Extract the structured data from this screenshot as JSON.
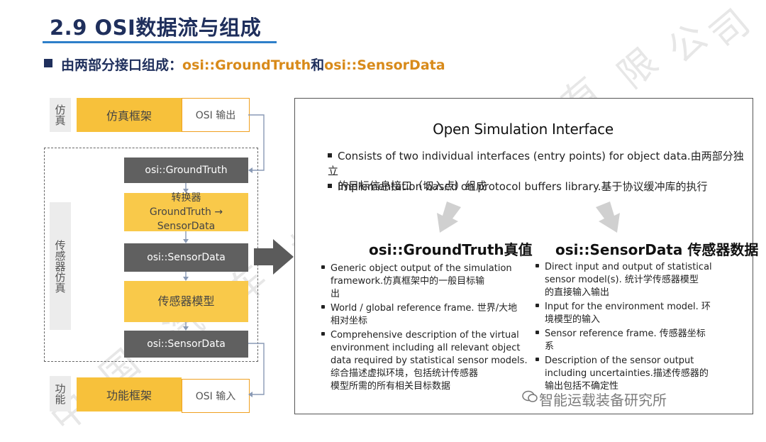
{
  "title": "2.9 OSI数据流与组成",
  "subtitle": {
    "prefix": "由两部分接口组成：",
    "part1": "osi::GroundTruth",
    "joiner": "和",
    "part2": "osi::SensorData"
  },
  "diagram": {
    "label_sim": "仿真",
    "label_sensor_sim": "传感器仿真",
    "label_function": "功能",
    "sim_framework": "仿真框架",
    "osi_output": "OSI 输出",
    "ground_truth": "osi::GroundTruth",
    "converter_line1": "转换器",
    "converter_line2": "GroundTruth → SensorData",
    "sensor_data_1": "osi::SensorData",
    "sensor_model": "传感器模型",
    "sensor_data_2": "osi::SensorData",
    "function_framework": "功能框架",
    "osi_input": "OSI 输入"
  },
  "panel": {
    "heading": "Open Simulation Interface",
    "bullets": [
      {
        "line1": "Consists of two individual interfaces (entry points)  for object data.由两部分独立",
        "line2": "的目标信息接口（切入点）组成"
      },
      {
        "line1": "Implementation based on protocol buffers library.基于协议缓冲库的执行",
        "line2": ""
      }
    ],
    "left_column": {
      "heading": "osi::GroundTruth真值",
      "items": [
        {
          "lines": [
            "Generic object output of the simulation",
            "framework.仿真框架中的一般目标输",
            "出"
          ]
        },
        {
          "lines": [
            "World / global reference frame. 世界/大地",
            "相对坐标"
          ]
        },
        {
          "lines": [
            "Comprehensive description of the virtual",
            "environment including all relevant object",
            "data required by statistical sensor  models.",
            "综合描述虚拟环境，包括统计传感器",
            "模型所需的所有相关目标数据"
          ]
        }
      ]
    },
    "right_column": {
      "heading": "osi::SensorData 传感器数据",
      "items": [
        {
          "lines": [
            "Direct input and output of statistical",
            "sensor model(s). 统计学传感器模型",
            "的直接输入输出"
          ]
        },
        {
          "lines": [
            "Input for the environment model. 环",
            "境模型的输入"
          ]
        },
        {
          "lines": [
            "Sensor reference frame. 传感器坐标",
            "系"
          ]
        },
        {
          "lines": [
            "Description of the sensor output",
            "including uncertainties.描述传感器的",
            "输出包括不确定性"
          ]
        }
      ]
    }
  },
  "watermark": {
    "account": "智能运载装备研究所",
    "bg_text": "中国汽车技术研究中心有限公司"
  },
  "colors": {
    "title": "#1f2f5c",
    "accent_orange": "#d88a1a",
    "yellow": "#f7c13b",
    "gray_box": "#606060"
  }
}
